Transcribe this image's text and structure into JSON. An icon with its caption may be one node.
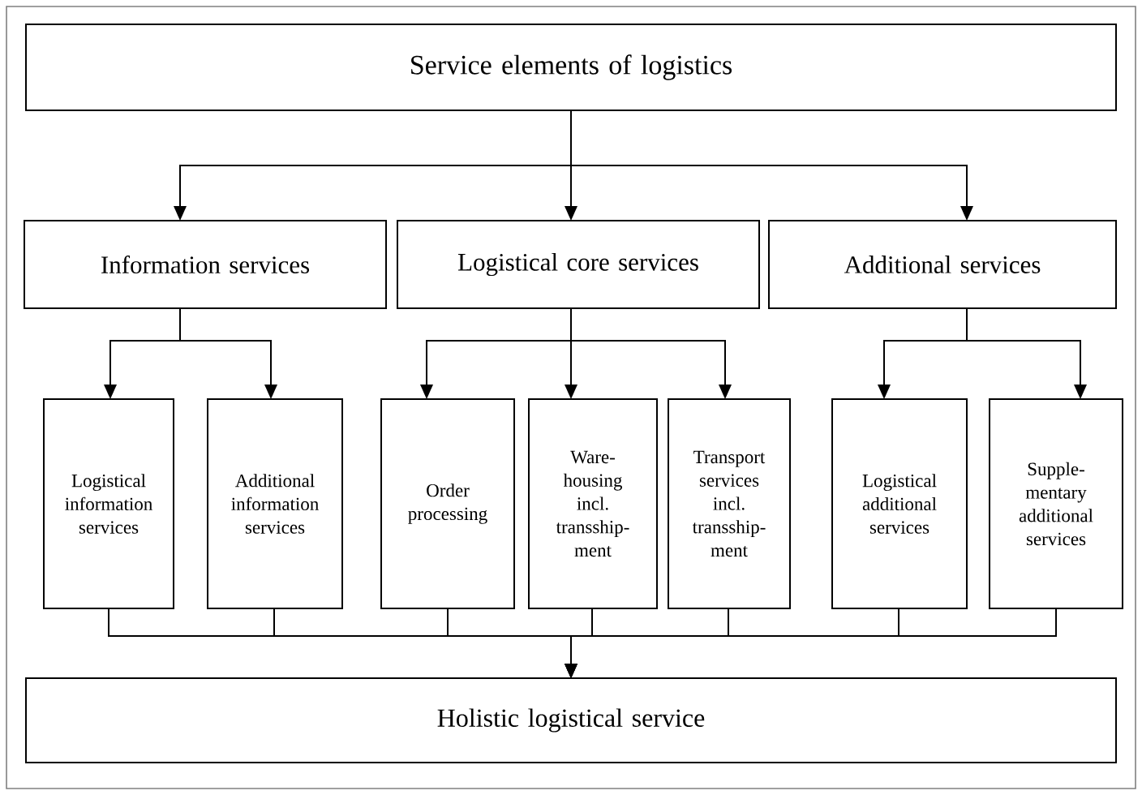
{
  "diagram": {
    "nodes": [
      {
        "text": [
          "Service elements of logistics"
        ]
      },
      {
        "text": [
          "Information services"
        ]
      },
      {
        "text": [
          "Logistical core services"
        ]
      },
      {
        "text": [
          "Additional services"
        ]
      },
      {
        "text": [
          "Logistical information services"
        ]
      },
      {
        "text": [
          "Additional information services"
        ]
      },
      {
        "text": [
          "Order processing"
        ]
      },
      {
        "text": [
          "Ware-housing incl. transship-ment"
        ]
      },
      {
        "text": [
          "Transport services incl. transship-ment"
        ]
      },
      {
        "text": [
          "Logistical additional services"
        ]
      },
      {
        "text": [
          "Supple-mentary additional services"
        ]
      },
      {
        "text": [
          "Holistic logistical service"
        ]
      }
    ],
    "edges": [
      {
        "from": 0,
        "to": 1,
        "arrow": "to"
      },
      {
        "from": 0,
        "to": 2,
        "arrow": "to"
      },
      {
        "from": 0,
        "to": 3,
        "arrow": "to"
      },
      {
        "from": 1,
        "to": 4,
        "arrow": "to"
      },
      {
        "from": 1,
        "to": 5,
        "arrow": "to"
      },
      {
        "from": 2,
        "to": 6,
        "arrow": "to"
      },
      {
        "from": 2,
        "to": 7,
        "arrow": "to"
      },
      {
        "from": 2,
        "to": 8,
        "arrow": "to"
      },
      {
        "from": 3,
        "to": 9,
        "arrow": "to"
      },
      {
        "from": 3,
        "to": 10,
        "arrow": "to"
      },
      {
        "from": 4,
        "to": 11,
        "arrow": "to"
      },
      {
        "from": 5,
        "to": 11,
        "arrow": "to"
      },
      {
        "from": 6,
        "to": 11,
        "arrow": "to"
      },
      {
        "from": 7,
        "to": 11,
        "arrow": "to"
      },
      {
        "from": 8,
        "to": 11,
        "arrow": "to"
      },
      {
        "from": 9,
        "to": 11,
        "arrow": "to"
      },
      {
        "from": 10,
        "to": 11,
        "arrow": "to"
      }
    ]
  }
}
